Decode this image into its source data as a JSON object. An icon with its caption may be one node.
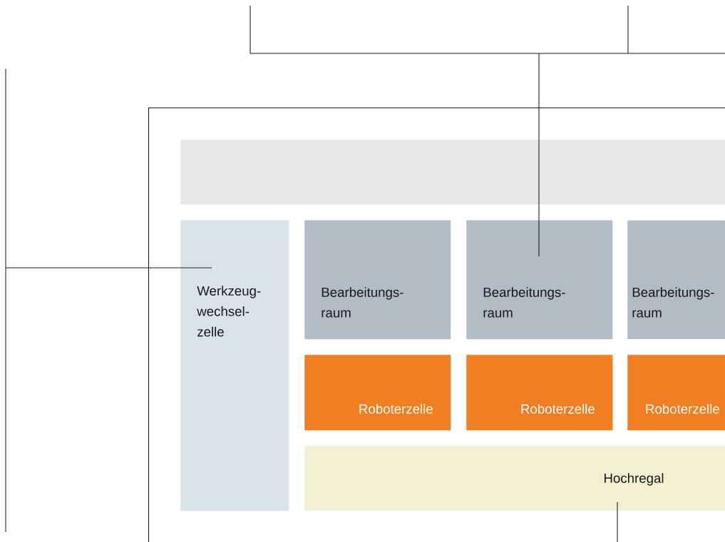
{
  "diagram": {
    "nodes": [
      {
        "text": [],
        "shape": "bracket"
      },
      {
        "text": [],
        "shape": "bracket"
      },
      {
        "text": [],
        "shape": "box"
      },
      {
        "text": [],
        "shape": "bar",
        "in": 2
      },
      {
        "text": [
          "Werkzeug- wechsel- zelle"
        ],
        "in": 2
      },
      {
        "text": [
          "Bearbeitungs- raum"
        ],
        "in": 2
      },
      {
        "text": [
          "Bearbeitungs- raum"
        ],
        "in": 2
      },
      {
        "text": [
          "Bearbeitungs- raum"
        ],
        "in": 2
      },
      {
        "text": [
          "Roboterzelle"
        ],
        "in": 2
      },
      {
        "text": [
          "Roboterzelle"
        ],
        "in": 2
      },
      {
        "text": [
          "Roboterzelle"
        ],
        "in": 2
      },
      {
        "text": [
          "Hochregal"
        ],
        "in": 2
      }
    ],
    "edges": [
      {
        "from": 1,
        "to": 4,
        "arrow": "none"
      },
      {
        "from": 0,
        "to": 6,
        "arrow": "none"
      },
      {
        "from": null,
        "to": 11,
        "arrow": "none"
      }
    ]
  }
}
